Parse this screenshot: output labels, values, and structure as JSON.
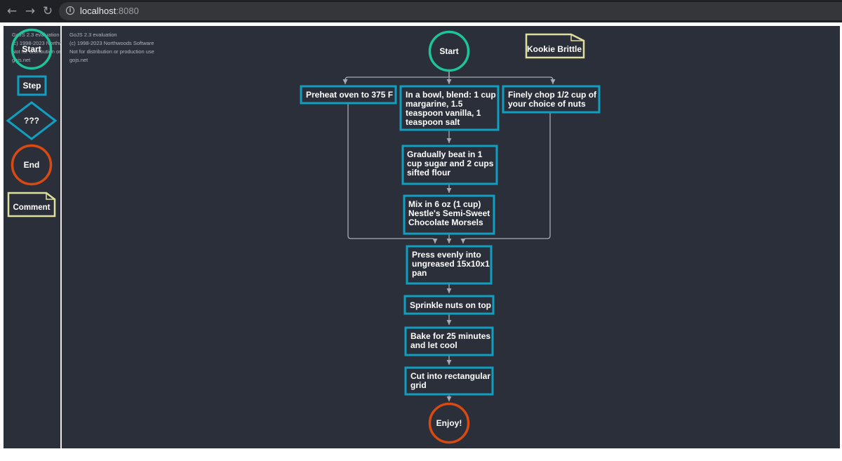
{
  "browser": {
    "back_glyph": "←",
    "forward_glyph": "→",
    "reload_glyph": "↻",
    "info_glyph": "i",
    "url_host": "localhost",
    "url_port": ":8080"
  },
  "watermark": {
    "line1": "GoJS 2.3 evaluation",
    "line2": "(c) 1998-2023 Northwoods Software",
    "line3": "Not for distribution or production use",
    "line4": "gojs.net"
  },
  "palette": {
    "start": "Start",
    "step": "Step",
    "conditional": "???",
    "end": "End",
    "comment": "Comment"
  },
  "flow": {
    "start": "Start",
    "comment": "Kookie Brittle",
    "preheat": "Preheat oven to 375 F",
    "blend": [
      "In a bowl, blend: 1 cup",
      "margarine, 1.5",
      "teaspoon vanilla, 1",
      "teaspoon salt"
    ],
    "chop": [
      "Finely chop 1/2 cup of",
      "your choice of nuts"
    ],
    "beat": [
      "Gradually beat in 1",
      "cup sugar and 2 cups",
      "sifted flour"
    ],
    "mix": [
      "Mix in 6 oz (1 cup)",
      "Nestle's Semi-Sweet",
      "Chocolate Morsels"
    ],
    "press": [
      "Press evenly into",
      "ungreased 15x10x1",
      "pan"
    ],
    "sprinkle": "Sprinkle nuts on top",
    "bake": [
      "Bake for 25 minutes",
      "and let cool"
    ],
    "cut": [
      "Cut into rectangular",
      "grid"
    ],
    "end": "Enjoy!"
  },
  "colors": {
    "start_stroke": "#1cc59b",
    "step_stroke": "#119fc1",
    "end_stroke": "#d84a12",
    "comment_fill": "#ffffff",
    "comment_stroke": "#dfdf9f",
    "canvas_bg": "#2a2f39",
    "link": "#a8abb0"
  }
}
